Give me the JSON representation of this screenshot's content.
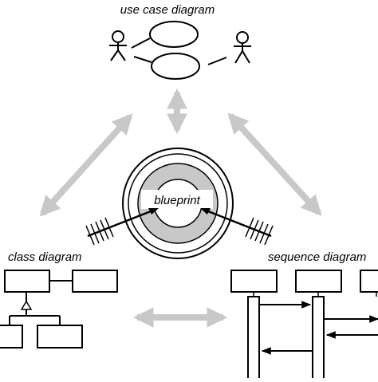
{
  "diagram": {
    "labels": {
      "use_case": "use case diagram",
      "class": "class diagram",
      "sequence": "sequence diagram",
      "center": "blueprint"
    },
    "icons": {
      "actor": "stick-figure-actor-icon",
      "target": "bullseye-target-icon",
      "arrow_hit": "feathered-arrow-icon",
      "connector": "double-headed-arrow-icon"
    },
    "colors": {
      "line": "#000000",
      "connector": "#c8c8c8",
      "target_ring": "#c8c8c8",
      "background": "#ffffff"
    }
  }
}
